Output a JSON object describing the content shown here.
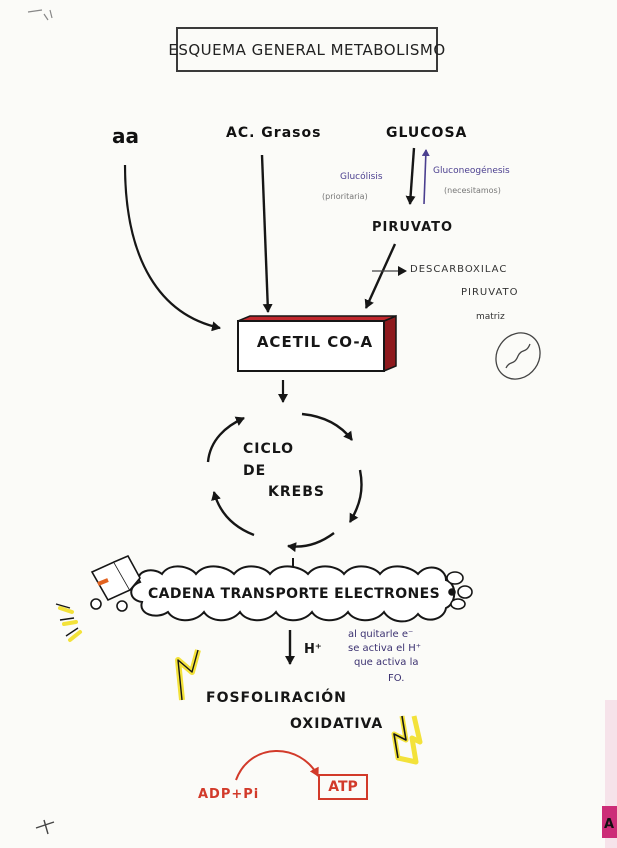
{
  "title": "ESQUEMA GENERAL METABOLISMO",
  "sources": {
    "aa": "aa",
    "acidos_grasos": "AC. Grasos",
    "glucosa": "GLUCOSA"
  },
  "glucose_pathway": {
    "glucolisis": "Glucólisis",
    "glucolisis_note": "(prioritaria)",
    "gluconeogenesis": "Gluconeogénesis",
    "gluconeogenesis_note": "(necesitamos)"
  },
  "piruvato": "PIRUVATO",
  "descarboxilacion_note": [
    "DESCARBOXILAC",
    "PIRUVATO",
    "matriz"
  ],
  "acetil_coa": "ACETIL CO-A",
  "krebs": [
    "CICLO",
    "DE",
    "KREBS"
  ],
  "cadena": "CADENA TRANSPORTE ELECTRONES",
  "h_plus": "H⁺",
  "side_note": [
    "al quitarle e⁻",
    "se activa el H⁺",
    "que activa la",
    "FO."
  ],
  "fosforilacion": [
    "FOSFOLIRACIÓN",
    "OXIDATIVA"
  ],
  "adp": "ADP+Pi",
  "atp": "ATP",
  "colors": {
    "ink": "#161616",
    "acetil_fill": "#c0272d",
    "purple": "#4b3f8f",
    "yellow": "#f3e23a",
    "red": "#d23a2a"
  }
}
